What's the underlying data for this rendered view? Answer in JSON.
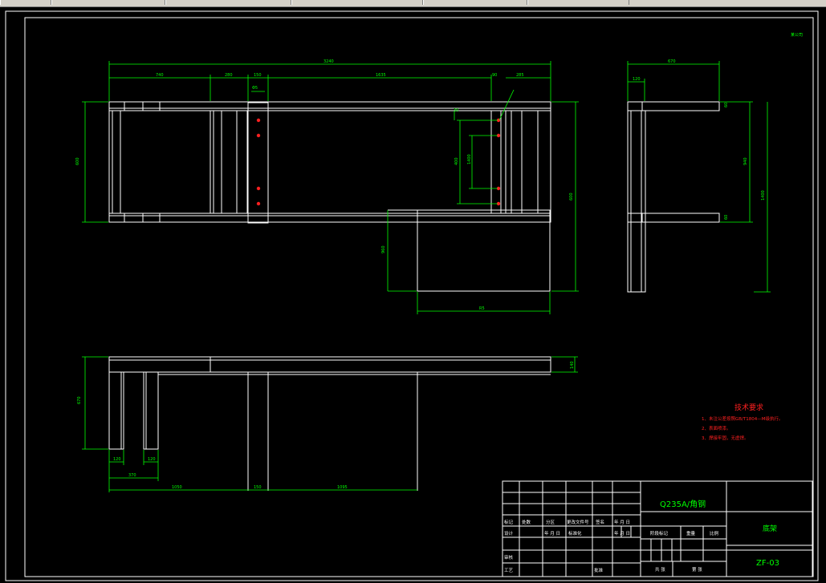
{
  "colors": {
    "background": "#000000",
    "geometry": "#ffffff",
    "dimension": "#00ff00",
    "note": "#ff2020"
  },
  "corner_stamp": "某公司",
  "top_view": {
    "dims": [
      "3240",
      "740",
      "280",
      "150",
      "1635",
      "90",
      "285",
      "Φ5",
      "30",
      "600",
      "400",
      "1400",
      "600",
      "960",
      "R5"
    ]
  },
  "side_view": {
    "dims": [
      "670",
      "120",
      "60",
      "60",
      "940",
      "1400"
    ]
  },
  "front_view": {
    "dims": [
      "140",
      "670",
      "120",
      "120",
      "370",
      "1050",
      "150",
      "1095"
    ]
  },
  "tech_notes": {
    "title": "技术要求",
    "lines": [
      "1、未注公差按照GB/T1804—M级执行。",
      "2、表面喷漆。",
      "3、焊接牢固，无虚焊。"
    ]
  },
  "title_block": {
    "material": "Q235A/角钢",
    "part_name": "底架",
    "drawing_no": "ZF-03",
    "row_headers": [
      "标记",
      "处数",
      "分区",
      "更改文件号",
      "签名",
      "年 月 日"
    ],
    "design_row": [
      "设计",
      "",
      "年 月 日",
      "标准化",
      "",
      "年 月 日"
    ],
    "check": "审核",
    "process": "工艺",
    "approve": "批准",
    "stage_label": "阶段标记",
    "weight_label": "重量",
    "scale_label": "比例",
    "sheets_label": "共 张",
    "sheet_label": "第 张"
  }
}
